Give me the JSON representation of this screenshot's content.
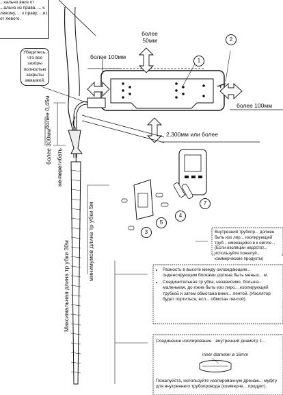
{
  "note_top_left": "...кально вниз от ...ально из права, ... к левому, ... к праву, ...из от левого.",
  "check_gaps": "Убедитесь, что все зазоры полностью закрыты замазкой.",
  "labels": {
    "more_50mm": "более 50мм",
    "more_100mm_left": "более 100мм",
    "more_100mm_right": "более 100мм",
    "height_2300": "2,300мм или более",
    "more_045m": "более 0,45м",
    "more_300mm": "более 300мм",
    "do_not_bend": "не перегибать",
    "max_pipe_length": "Максимальная длина тр убки 30м",
    "min_pipe_length": "минимумов длина тр убки 5м"
  },
  "numbers": {
    "n1": "1",
    "n2": "2",
    "n3": "3",
    "n4": "4",
    "n5": "5",
    "n7": "7"
  },
  "notes": {
    "internal_pipe": "Внутренний трубопр... должен быть изо лир... изолирующей труб... имеющейся в к омпле... (Если изоляции недостат... используйте пожалуй... коммерческие продукты)",
    "bullet1": "Разность в высоте между охлаждающим... онденсирующим блоками должна быть меньш... м.",
    "bullet2": "Соединительная тр убка, независимо, больша... маленькая, до лжна быть изо лиро... изолирующей трубкой и затем обмотана вини... лентой. (Изолятор будет портиться, есл... обмотан лентой).",
    "connection_title": "Соединение изолирование",
    "inner_diameter_ru": "внутренний диаметр 1...",
    "inner_diameter_en": "inner diameter ø 16mm",
    "drain_note": "Пожалуйста, используйте изолированную дренаж... муфту для внутреннего трубопровода (коммерче... продукт)."
  }
}
